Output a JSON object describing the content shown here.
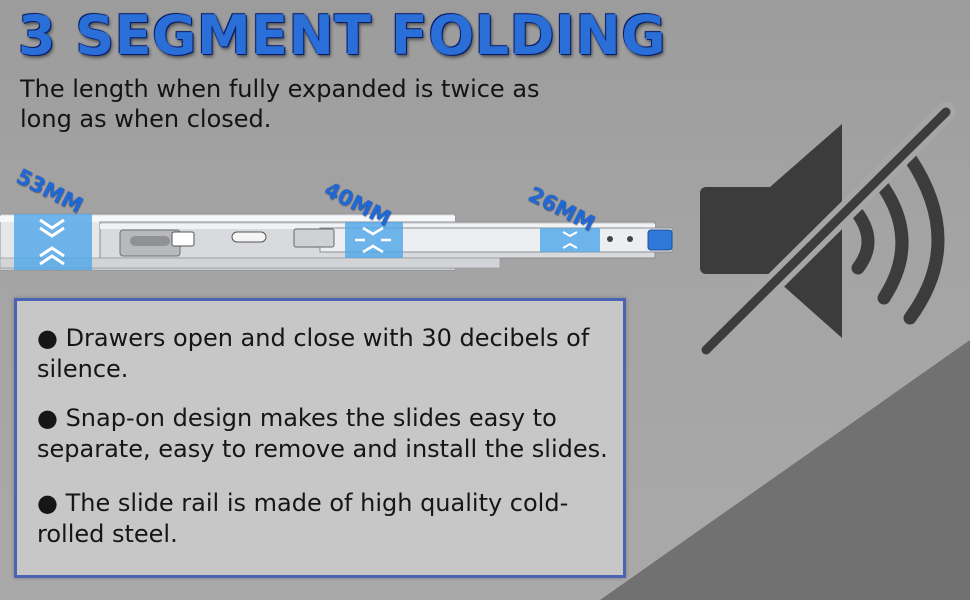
{
  "header": {
    "title": "3 SEGMENT FOLDING",
    "subtitle": "The length when fully expanded is twice as long as when closed."
  },
  "dimensions": [
    {
      "label": "53MM"
    },
    {
      "label": "40MM"
    },
    {
      "label": "26MM"
    }
  ],
  "features": [
    {
      "text": "● Drawers open and close with 30 decibels of silence."
    },
    {
      "text": "● Snap-on design makes the slides easy to separate, easy to remove and install the slides."
    },
    {
      "text": "● The slide rail is made of high quality cold-rolled steel."
    }
  ],
  "icons": {
    "mute": "speaker-muted-icon",
    "arrows": "chevron-arrows-icon"
  },
  "colors": {
    "title_blue": "#2a6ed8",
    "dimension_blue": "#1f68d6",
    "box_border": "#4a63b3",
    "box_fill": "#c7c7c7",
    "icon_dark": "#3c3c3c",
    "rail_highlight": "#57a9ea"
  }
}
